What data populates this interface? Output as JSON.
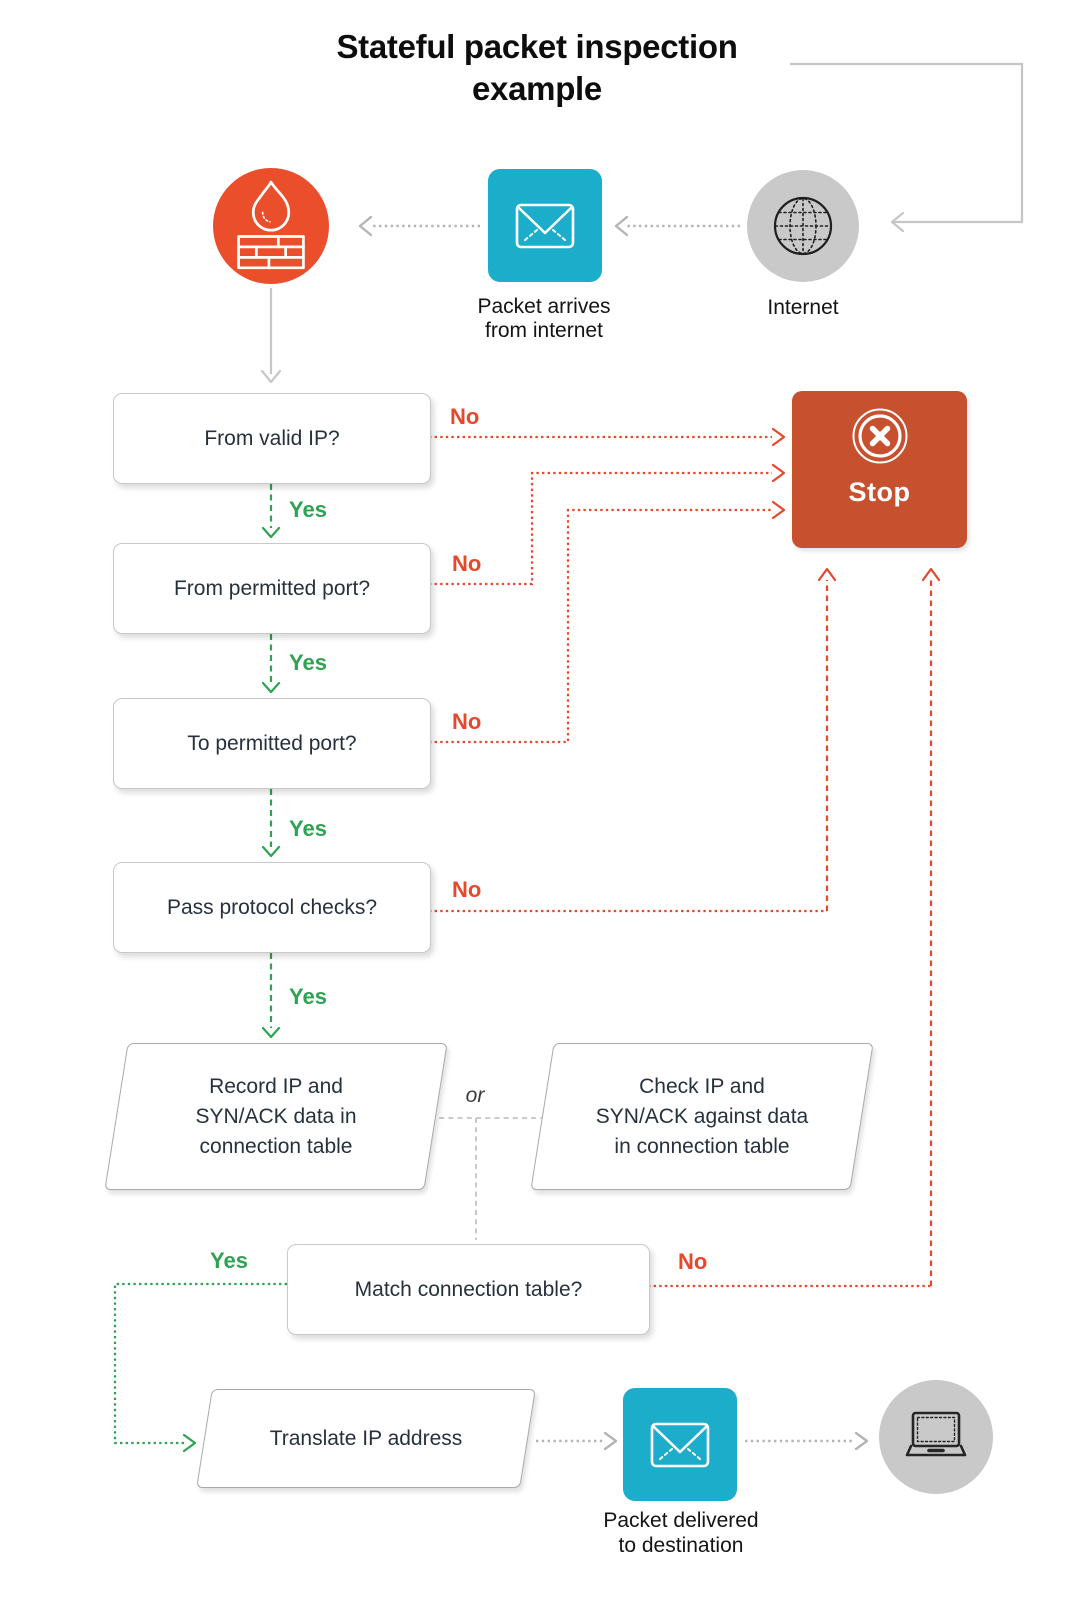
{
  "title": {
    "line1": "Stateful packet inspection",
    "line2": "example"
  },
  "nodes": {
    "internet_label": "Internet",
    "packet_arrives": {
      "line1": "Packet arrives",
      "line2": "from internet"
    },
    "packet_delivered": {
      "line1": "Packet delivered",
      "line2": "to destination"
    }
  },
  "decisions": [
    {
      "question": "From valid IP?"
    },
    {
      "question": "From permitted port?"
    },
    {
      "question": "To permitted port?"
    },
    {
      "question": "Pass protocol checks?"
    },
    {
      "question": "Match connection table?"
    }
  ],
  "branch_labels": {
    "yes": "Yes",
    "no": "No",
    "or": "or"
  },
  "stop": {
    "label": "Stop"
  },
  "processes": {
    "record": {
      "line1": "Record IP and",
      "line2": "SYN/ACK data in",
      "line3": "connection table"
    },
    "check": {
      "line1": "Check IP and",
      "line2": "SYN/ACK against data",
      "line3": "in connection table"
    },
    "translate": {
      "label": "Translate IP address"
    }
  },
  "colors": {
    "firewall_orange": "#EA4E2B",
    "stop_red": "#C7502E",
    "teal": "#1BADC9",
    "node_gray": "#C9C9C9",
    "yes_green": "#2EA351",
    "no_red": "#E9472B",
    "ink": "#27313D",
    "connector_gray": "#B4B4B4",
    "line_gray": "#C6C6C6",
    "title_black": "#0D0D0D"
  }
}
